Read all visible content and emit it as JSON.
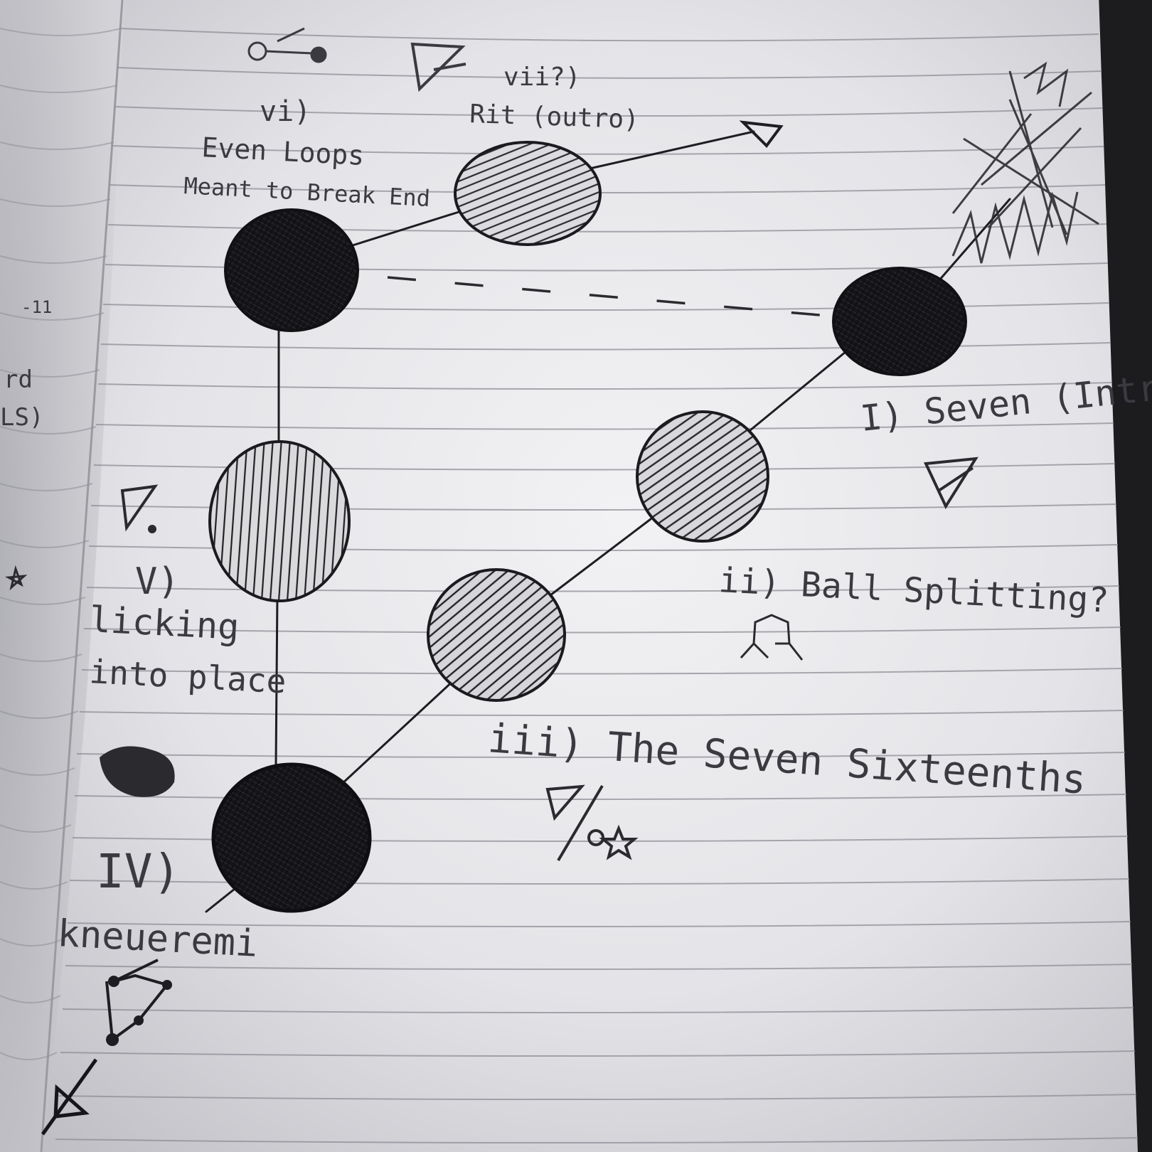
{
  "notebook": {
    "labels": {
      "vi": {
        "numeral": "vi)",
        "line1": "Even Loops",
        "line2": "Meant to Break End"
      },
      "vii": {
        "numeral": "vii?)",
        "line1": "Rit (outro)"
      },
      "i": {
        "text": "I) Seven (Intro)"
      },
      "ii": {
        "text": "ii) Ball Splitting?"
      },
      "iii": {
        "text": "iii) The Seven Sixteenths"
      },
      "iv": {
        "numeral": "IV)",
        "name": "kneueremi"
      },
      "v": {
        "numeral": "V)",
        "line1": "licking",
        "line2": "into place"
      }
    },
    "margin_scribbles": [
      "-11",
      "rd",
      "LS)"
    ]
  }
}
